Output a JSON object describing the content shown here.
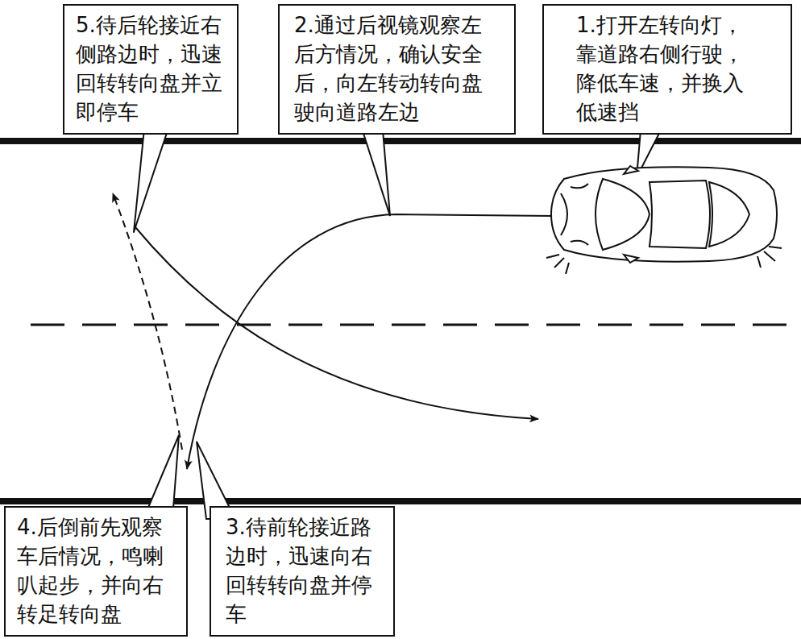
{
  "diagram": {
    "nodes": [
      {
        "text": [
          "5.待后轮接近右侧路边时，迅速回转转向盘并立即停车"
        ]
      },
      {
        "text": [
          "2.通过后视镜观察左后方情况，确认安全后，向左转动转向盘驶向道路左边"
        ]
      },
      {
        "text": [
          "1.打开左转向灯，靠道路右侧行驶，降低车速，并换入低速挡"
        ]
      },
      {
        "text": [
          "4.后倒前先观察车后情况，鸣喇叭起步，并向右转足转向盘"
        ]
      },
      {
        "text": [
          "3.待前轮接近路边时，迅速向右回转转向盘并停车"
        ]
      }
    ]
  }
}
